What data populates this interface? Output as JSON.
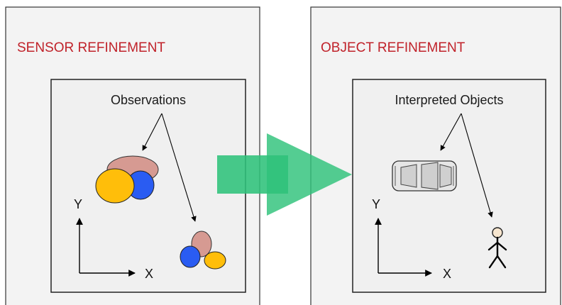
{
  "diagram": {
    "left_panel": {
      "title": "SENSOR REFINEMENT",
      "inner_title": "Observations",
      "axis_x": "X",
      "axis_y": "Y"
    },
    "right_panel": {
      "title": "OBJECT REFINEMENT",
      "inner_title": "Interpreted Objects",
      "axis_x": "X",
      "axis_y": "Y"
    },
    "colors": {
      "panel_fill": "#f3f3f3",
      "inner_fill": "#f0f0f0",
      "title_red": "#c0222a",
      "arrow_green": "#2ec27a",
      "blob_pink": "#d69a92",
      "blob_yellow": "#ffbe0a",
      "blob_blue": "#2a5cf2"
    },
    "icons": [
      "flow-arrow-icon",
      "car-icon",
      "person-icon"
    ]
  }
}
